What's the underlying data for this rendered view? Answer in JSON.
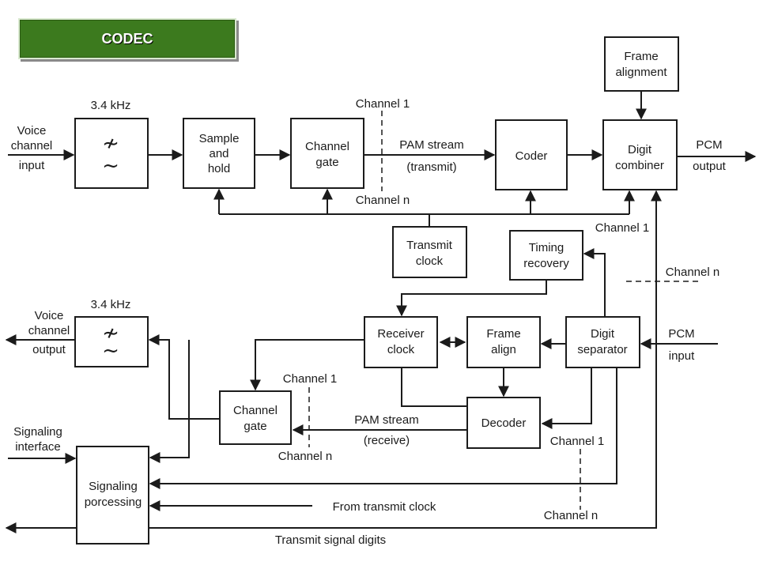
{
  "title": "CODEC",
  "transmit": {
    "voice_channel_input": [
      "Voice",
      "channel",
      "input"
    ],
    "filter_label": "3.4 kHz",
    "filter_symbol": [
      "≁",
      "~"
    ],
    "sample_and_hold": [
      "Sample",
      "and",
      "hold"
    ],
    "channel_gate": [
      "Channel",
      "gate"
    ],
    "channel_1": "Channel  1",
    "channel_n": "Channel n",
    "pam_stream": "PAM stream",
    "pam_transmit": "(transmit)",
    "coder": "Coder",
    "frame_alignment": [
      "Frame",
      "alignment"
    ],
    "digit_combiner": [
      "Digit",
      "combiner"
    ],
    "pcm_output": [
      "PCM",
      "output"
    ],
    "transmit_clock": [
      "Transmit",
      "clock"
    ],
    "channel_1_right": "Channel  1"
  },
  "timing": {
    "timing_recovery": [
      "Timing",
      "recovery"
    ],
    "channel_n_right": "Channel n"
  },
  "receive": {
    "voice_channel_output": [
      "Voice",
      "channel",
      "output"
    ],
    "filter_label": "3.4 kHz",
    "filter_symbol": [
      "≁",
      "~"
    ],
    "receiver_clock": [
      "Receiver",
      "clock"
    ],
    "frame_align": [
      "Frame",
      "align"
    ],
    "digit_separator": [
      "Digit",
      "separator"
    ],
    "pcm_input": [
      "PCM",
      "input"
    ],
    "channel_gate": [
      "Channel",
      "gate"
    ],
    "channel_1": "Channel 1",
    "channel_n": "Channel n",
    "pam_stream": "PAM stream",
    "pam_receive": "(receive)",
    "decoder": "Decoder",
    "channel_1_decoder": "Channel 1",
    "channel_n_bottom": "Channel n"
  },
  "signaling": {
    "signaling_interface": [
      "Signaling",
      "interface"
    ],
    "signaling_processing": [
      "Signaling",
      "porcessing"
    ],
    "from_transmit_clock": "From transmit clock",
    "transmit_signal_digits": "Transmit signal digits"
  }
}
